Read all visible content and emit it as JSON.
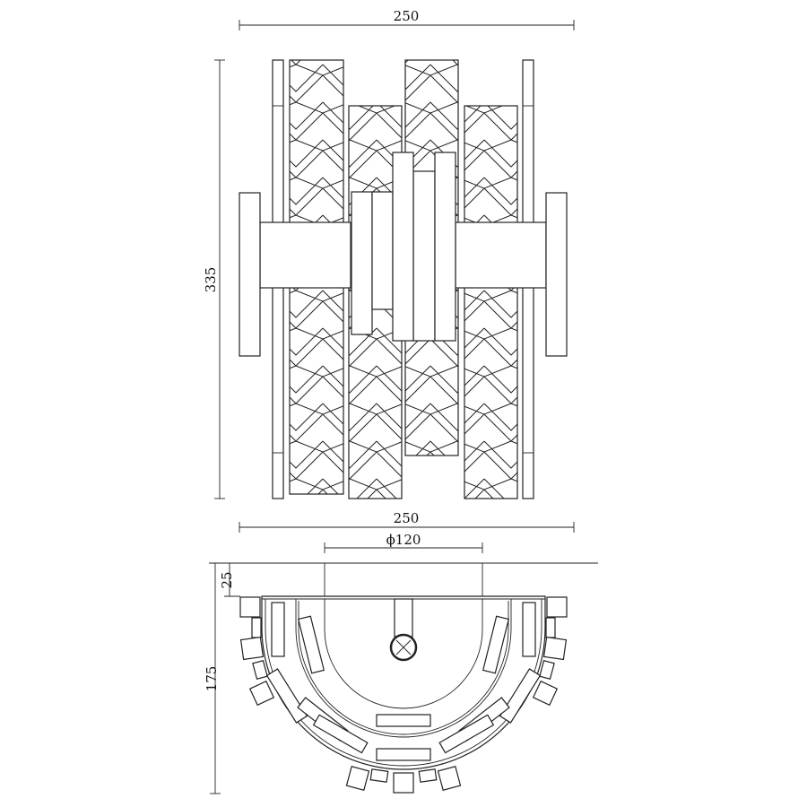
{
  "front_view": {
    "width_label": "250",
    "height_label": "335"
  },
  "top_view": {
    "width_label": "250",
    "canopy_diameter_label": "ϕ120",
    "canopy_depth_label": "25",
    "depth_label": "175"
  },
  "colors": {
    "line": "#222222",
    "background": "#ffffff"
  }
}
